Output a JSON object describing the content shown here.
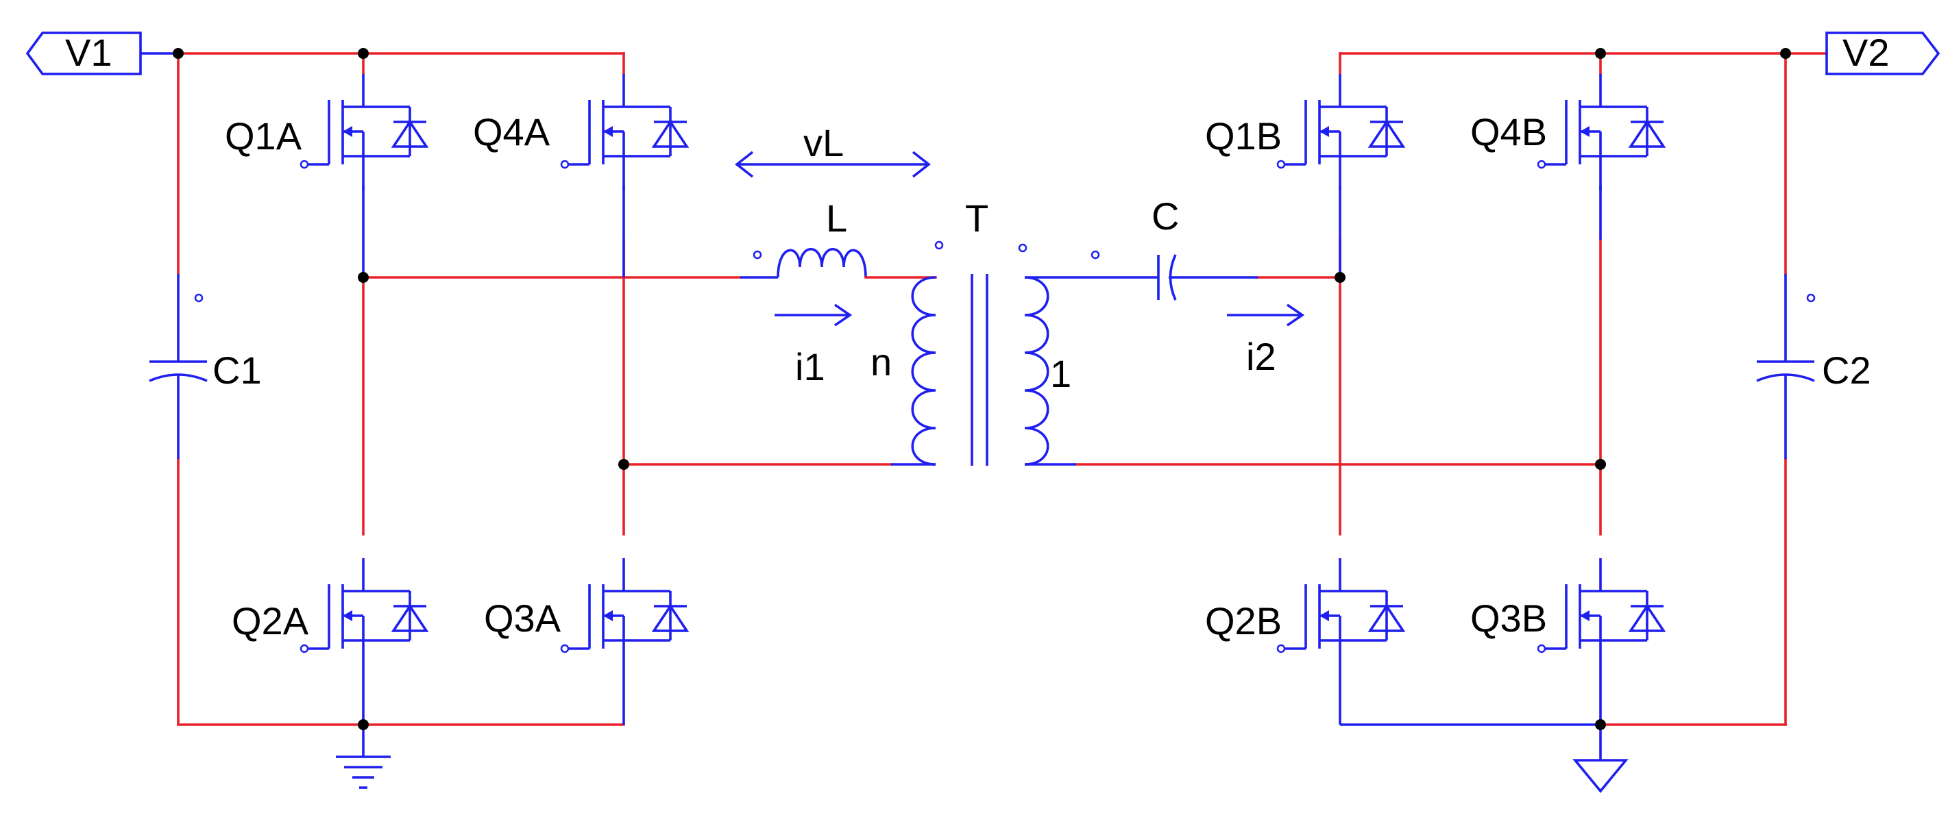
{
  "colors": {
    "wire": "#e8202a",
    "component": "#1f1ff0",
    "junction": "#000000",
    "text": "#000000",
    "background": "#ffffff"
  },
  "ports": {
    "left": "V1",
    "right": "V2"
  },
  "switches": {
    "q1a": "Q1A",
    "q4a": "Q4A",
    "q2a": "Q2A",
    "q3a": "Q3A",
    "q1b": "Q1B",
    "q4b": "Q4B",
    "q2b": "Q2B",
    "q3b": "Q3B"
  },
  "capacitors": {
    "c1": "C1",
    "c2": "C2",
    "c": "C"
  },
  "inductor": "L",
  "transformer": {
    "name": "T",
    "primary_turns": "n",
    "secondary_turns": "1"
  },
  "quantities": {
    "vl": "vL",
    "i1": "i1",
    "i2": "i2"
  },
  "icons": [
    "mosfet-icon",
    "diode-icon",
    "capacitor-icon",
    "inductor-icon",
    "transformer-icon",
    "ground-icon"
  ]
}
